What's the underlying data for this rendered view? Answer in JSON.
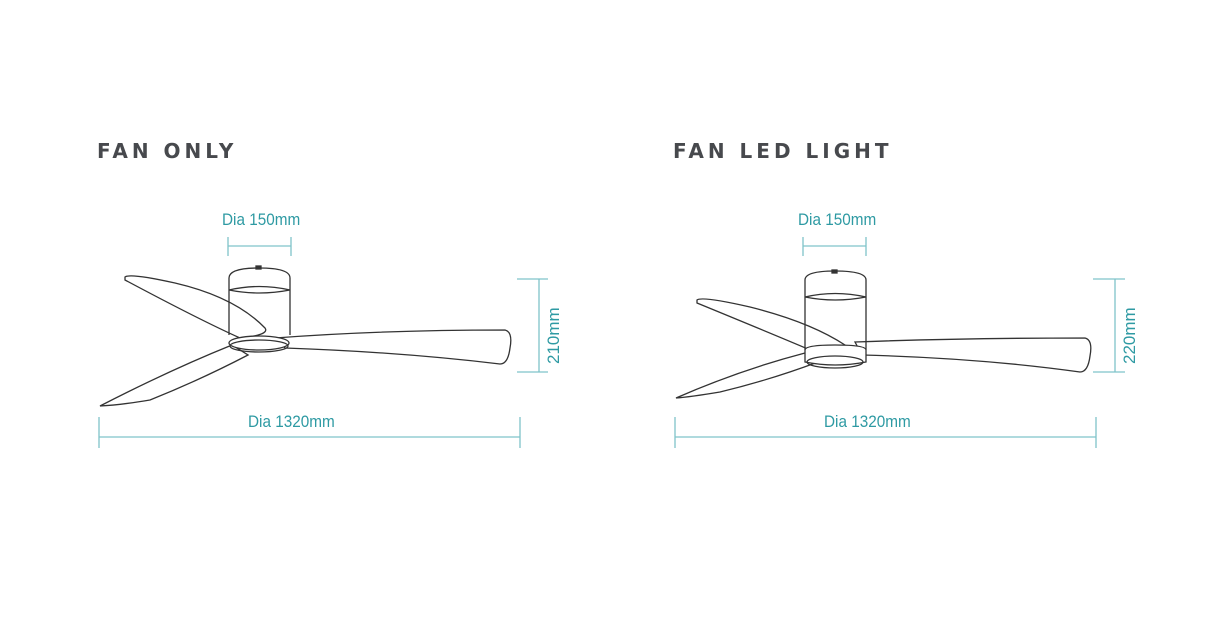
{
  "panels": [
    {
      "title": "FAN ONLY",
      "canopy_diameter": "Dia 150mm",
      "height": "210mm",
      "blade_diameter": "Dia 1320mm"
    },
    {
      "title": "FAN LED LIGHT",
      "canopy_diameter": "Dia 150mm",
      "height": "220mm",
      "blade_diameter": "Dia 1320mm"
    }
  ],
  "colors": {
    "dimension": "#2e9aa3",
    "title": "#47494d",
    "drawing": "#333333"
  }
}
